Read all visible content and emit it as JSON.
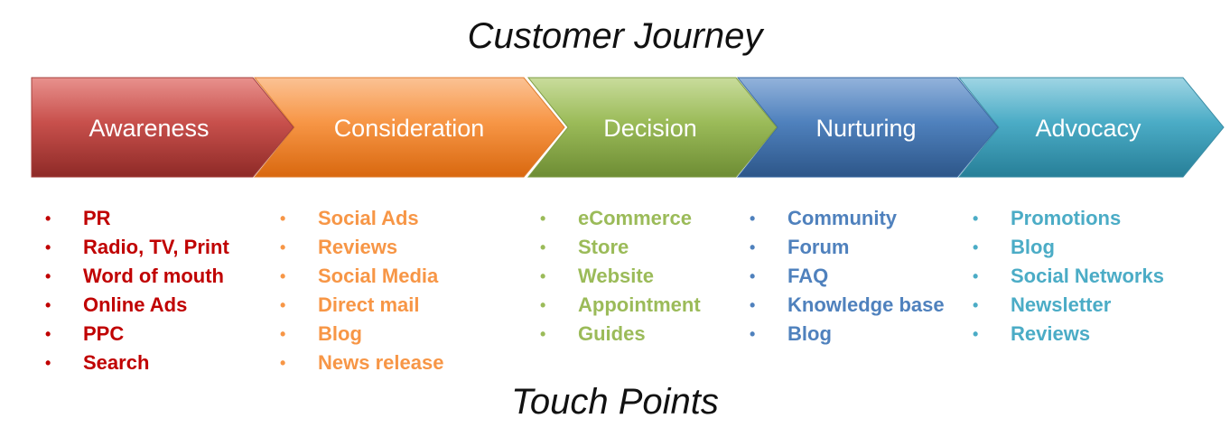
{
  "title": "Customer Journey",
  "subtitle": "Touch Points",
  "stages": [
    {
      "label": "Awareness",
      "color": "#c0504d",
      "text_color": "#c00000",
      "items": [
        "PR",
        "Radio, TV, Print",
        "Word of mouth",
        "Online Ads",
        "PPC",
        "Search"
      ]
    },
    {
      "label": "Consideration",
      "color": "#f79646",
      "text_color": "#f79646",
      "items": [
        "Social Ads",
        "Reviews",
        "Social Media",
        "Direct mail",
        "Blog",
        "News release"
      ]
    },
    {
      "label": "Decision",
      "color": "#9bbb59",
      "text_color": "#9bbb59",
      "items": [
        "eCommerce",
        "Store",
        "Website",
        "Appointment",
        "Guides"
      ]
    },
    {
      "label": "Nurturing",
      "color": "#4f81bd",
      "text_color": "#4f81bd",
      "items": [
        "Community",
        "Forum",
        "FAQ",
        "Knowledge base",
        "Blog"
      ]
    },
    {
      "label": "Advocacy",
      "color": "#4bacc6",
      "text_color": "#4bacc6",
      "items": [
        "Promotions",
        "Blog",
        "Social Networks",
        "Newsletter",
        "Reviews"
      ]
    }
  ]
}
